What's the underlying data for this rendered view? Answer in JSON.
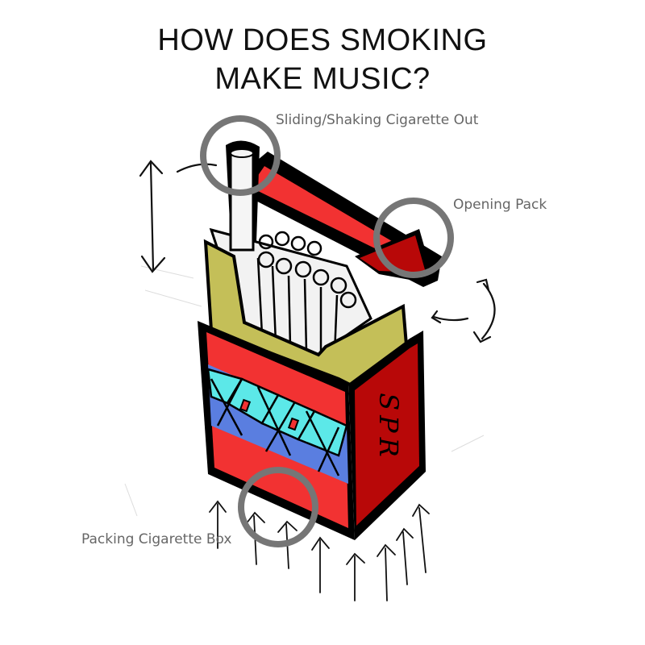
{
  "title": {
    "line1": "HOW DOES SMOKING",
    "line2": "MAKE MUSIC?"
  },
  "annotations": [
    {
      "id": "slide",
      "label": "Sliding/Shaking Cigarette Out"
    },
    {
      "id": "open",
      "label": "Opening Pack"
    },
    {
      "id": "pack",
      "label": "Packing Cigarette Box"
    }
  ],
  "pack_side_text": "SPR",
  "colors": {
    "highlight_ring": "#767676",
    "label_text": "#666666",
    "pack_red": "#f23232",
    "pack_dark_red": "#b80808",
    "inner_flap": "#c4bf58",
    "pattern_cyan": "#5ce8e8",
    "pattern_blue": "#5a7ee0",
    "outline": "#000000"
  }
}
